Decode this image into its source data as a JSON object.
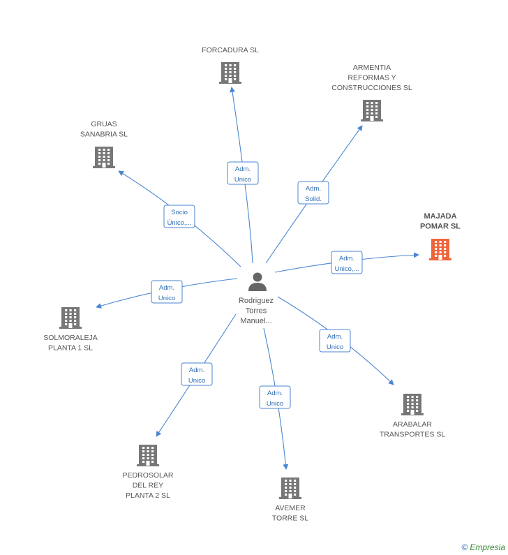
{
  "center": {
    "label_lines": [
      "Rodriguez",
      "Torres",
      "Manuel..."
    ],
    "icon": "person-icon"
  },
  "nodes": [
    {
      "id": "forcadura",
      "label_lines": [
        "FORCADURA SL"
      ],
      "icon": "building-icon",
      "color": "#777777"
    },
    {
      "id": "armentia",
      "label_lines": [
        "ARMENTIA",
        "REFORMAS Y",
        "CONSTRUCCIONES SL"
      ],
      "icon": "building-icon",
      "color": "#777777"
    },
    {
      "id": "gruas",
      "label_lines": [
        "GRUAS",
        "SANABRIA SL"
      ],
      "icon": "building-icon",
      "color": "#777777"
    },
    {
      "id": "majada",
      "label_lines": [
        "MAJADA",
        "POMAR SL"
      ],
      "icon": "building-icon",
      "color": "#f0643c",
      "focus": true
    },
    {
      "id": "solmoraleja",
      "label_lines": [
        "SOLMORALEJA",
        "PLANTA 1 SL"
      ],
      "icon": "building-icon",
      "color": "#777777"
    },
    {
      "id": "arabalar",
      "label_lines": [
        "ARABALAR",
        "TRANSPORTES SL"
      ],
      "icon": "building-icon",
      "color": "#777777"
    },
    {
      "id": "pedrosolar",
      "label_lines": [
        "PEDROSOLAR",
        "DEL REY",
        "PLANTA 2 SL"
      ],
      "icon": "building-icon",
      "color": "#777777"
    },
    {
      "id": "avemer",
      "label_lines": [
        "AVEMER",
        "TORRE SL"
      ],
      "icon": "building-icon",
      "color": "#777777"
    }
  ],
  "edges": [
    {
      "to": "forcadura",
      "label_lines": [
        "Adm.",
        "Unico"
      ]
    },
    {
      "to": "armentia",
      "label_lines": [
        "Adm.",
        "Solid."
      ]
    },
    {
      "to": "gruas",
      "label_lines": [
        "Socio",
        "Único,..."
      ]
    },
    {
      "to": "majada",
      "label_lines": [
        "Adm.",
        "Unico,..."
      ]
    },
    {
      "to": "solmoraleja",
      "label_lines": [
        "Adm.",
        "Unico"
      ]
    },
    {
      "to": "arabalar",
      "label_lines": [
        "Adm.",
        "Unico"
      ]
    },
    {
      "to": "pedrosolar",
      "label_lines": [
        "Adm.",
        "Unico"
      ]
    },
    {
      "to": "avemer",
      "label_lines": [
        "Adm.",
        "Unico"
      ]
    }
  ],
  "brand": {
    "copyright": "©",
    "name": "Empresia"
  },
  "colors": {
    "edge": "#4a86d0",
    "building": "#777777",
    "focus_building": "#f0643c",
    "person": "#666666"
  }
}
